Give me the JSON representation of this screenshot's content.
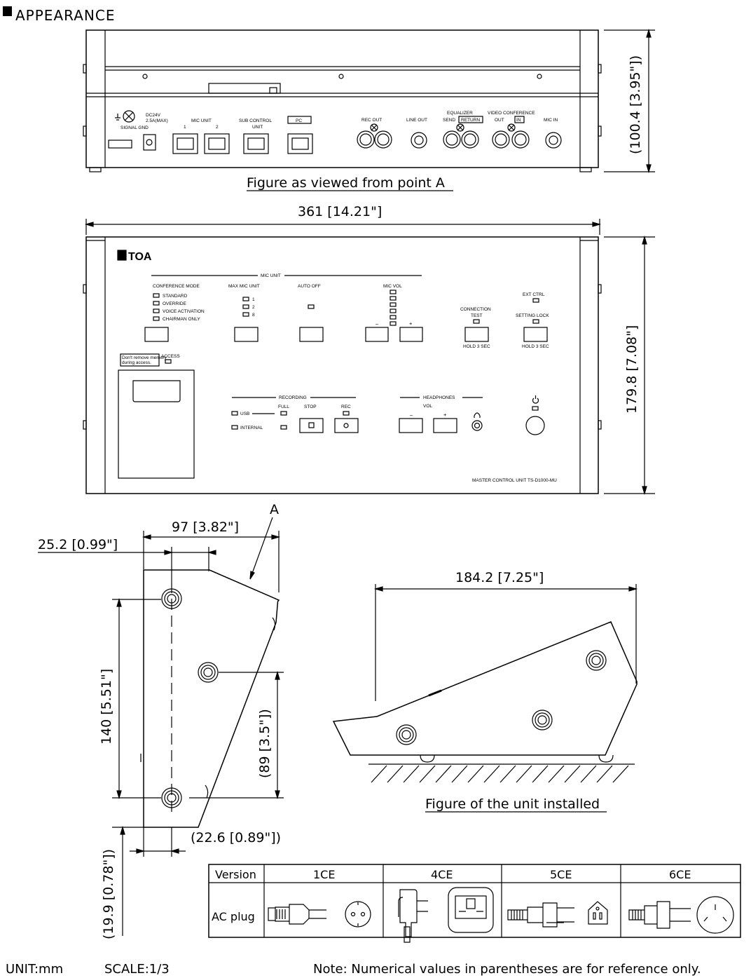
{
  "header": {
    "title": "APPEARANCE"
  },
  "dimensions": {
    "height": "(100.4 [3.95\"])",
    "width": "361 [14.21\"]",
    "depth_front": "179.8 [7.08\"]",
    "top_97": "97 [3.82\"]",
    "top_25": "25.2 [0.99\"]",
    "side_140": "140 [5.51\"]",
    "side_89": "(89 [3.5\"])",
    "side_22": "(22.6 [0.89\"])",
    "side_19": "(19.9 [0.78\"])",
    "install_184": "184.2 [7.25\"]",
    "point_a": "A"
  },
  "captions": {
    "rear": "Figure as viewed from point A",
    "installed": "Figure of the unit installed"
  },
  "rear_labels": {
    "signal_gnd": "SIGNAL GND",
    "dc24": "DC24V",
    "amp": "2.5A(MAX)",
    "mic_unit": "MIC UNIT",
    "mic1": "1",
    "mic2": "2",
    "sub_control": "SUB CONTROL",
    "unit": "UNIT",
    "pc": "PC",
    "rec_out": "REC OUT",
    "line_out": "LINE OUT",
    "equalizer": "EQUALIZER",
    "send": "SEND",
    "return": "RETURN",
    "video_conf": "VIDEO CONFERENCE",
    "out": "OUT",
    "in": "IN",
    "mic_in": "MIC IN"
  },
  "front_labels": {
    "brand": "TOA",
    "mic_unit": "MIC UNIT",
    "conference_mode": "CONFERENCE MODE",
    "standard": "STANDARD",
    "override": "OVERRIDE",
    "voice_activation": "VOICE ACTIVATION",
    "chairman_only": "CHAIRMAN ONLY",
    "max_mic_unit": "MAX MIC UNIT",
    "m1": "1",
    "m2": "2",
    "m8": "8",
    "auto_off": "AUTO OFF",
    "mic_vol": "MIC VOL",
    "minus": "–",
    "plus": "+",
    "connection": "CONNECTION",
    "test": "TEST",
    "hold1": "HOLD 3 SEC",
    "ext_ctrl": "EXT CTRL",
    "setting_lock": "SETTING LOCK",
    "hold2": "HOLD 3 SEC",
    "dont_remove": "Don't remove memory",
    "during_access": "during access.",
    "access": "ACCESS",
    "recording": "RECORDING",
    "usb": "USB",
    "internal": "INTERNAL",
    "full": "FULL",
    "stop": "STOP",
    "rec": "REC",
    "headphones": "HEADPHONES",
    "vol": "VOL",
    "model": "MASTER CONTROL UNIT TS-D1000-MU"
  },
  "table": {
    "version_label": "Version",
    "ac_plug_label": "AC plug",
    "versions": [
      "1CE",
      "4CE",
      "5CE",
      "6CE"
    ]
  },
  "footer": {
    "unit": "UNIT:mm",
    "scale": "SCALE:1/3",
    "note": "Note: Numerical values in parentheses are for reference only."
  }
}
